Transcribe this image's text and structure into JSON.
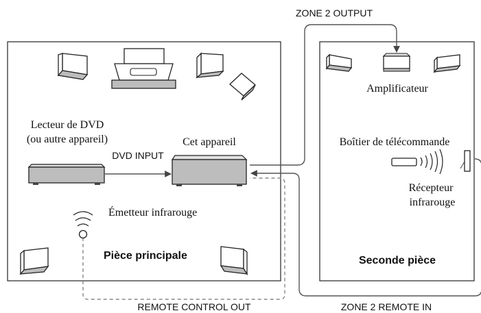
{
  "colors": {
    "line": "#333333",
    "dash": "#888888",
    "box_fill": "#bdbdbd",
    "box_dark": "#6d6d6d",
    "text": "#111111"
  },
  "labels": {
    "zone2_output": "ZONE 2 OUTPUT",
    "dvd_player_line1": "Lecteur de DVD",
    "dvd_player_line2": "(ou autre appareil)",
    "dvd_input": "DVD INPUT",
    "this_unit": "Cet appareil",
    "ir_emitter": "Émetteur infrarouge",
    "main_room": "Pièce principale",
    "remote_control_out": "REMOTE CONTROL OUT",
    "amplifier": "Amplificateur",
    "remote_box": "Boîtier de télécommande",
    "ir_receiver_line1": "Récepteur",
    "ir_receiver_line2": "infrarouge",
    "second_room": "Seconde pièce",
    "zone2_remote_in": "ZONE 2 REMOTE IN"
  },
  "icons": {
    "speaker": "speaker-icon",
    "tv": "television-icon",
    "dvd": "dvd-player-icon",
    "receiver": "av-receiver-icon",
    "amplifier": "amplifier-icon",
    "remote": "remote-control-icon",
    "ir_waves": "infrared-waves-icon",
    "ir_receiver": "infrared-receiver-icon",
    "ir_emitter": "infrared-emitter-icon"
  }
}
